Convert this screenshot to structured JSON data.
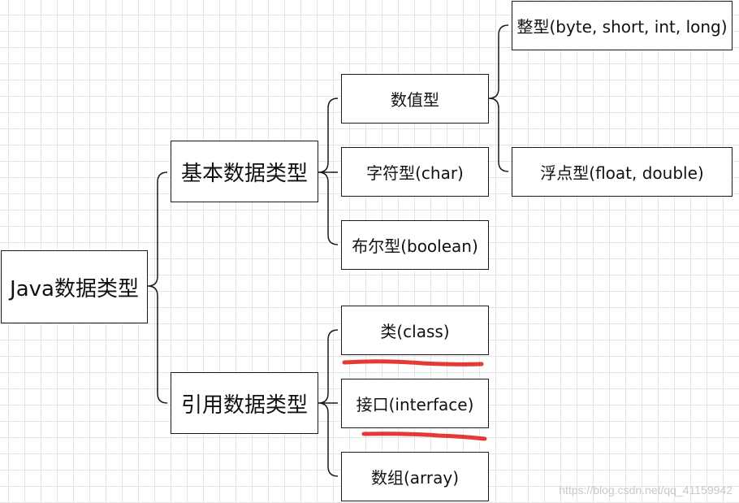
{
  "nodes": {
    "root": "Java数据类型",
    "primitive": "基本数据类型",
    "reference": "引用数据类型",
    "numeric": "数值型",
    "char": "字符型(char)",
    "boolean": "布尔型(boolean)",
    "integer": "整型(byte, short, int, long)",
    "float": "浮点型(float, double)",
    "class": "类(class)",
    "interface": "接口(interface)",
    "array": "数组(array)"
  },
  "watermark": "https://blog.csdn.net/qq_41159942",
  "colors": {
    "grid": "#e4e4e4",
    "border": "#1a1a1a",
    "highlight_underline": "#e53935"
  }
}
